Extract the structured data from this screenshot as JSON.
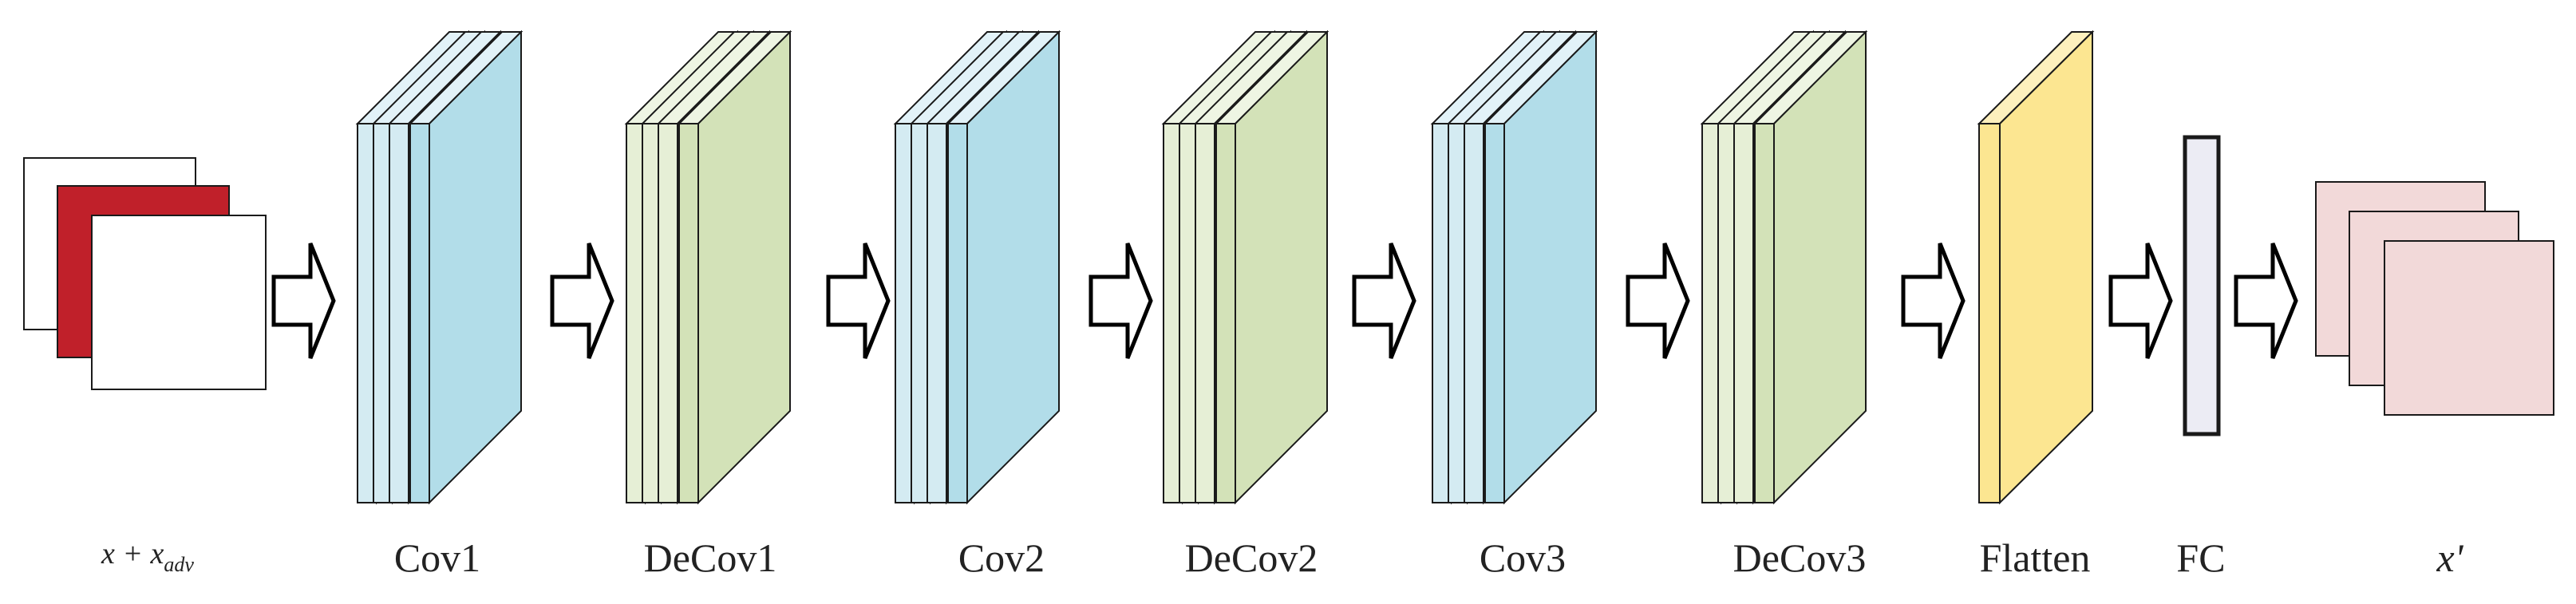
{
  "colors": {
    "stroke": "#1a1a1a",
    "input_red": "#c0202a",
    "conv_front": "#b2dde9",
    "conv_back": "#d4ebf2",
    "conv_top": "#e2f2f8",
    "deconv_front": "#d3e2b8",
    "deconv_back": "#e6efd6",
    "deconv_top": "#eef5e3",
    "flatten_front": "#fce691",
    "flatten_side": "#fdf0bd",
    "fc_fill": "#ececf4",
    "output_fill": "#f2d9d9"
  },
  "labels": {
    "input_main": "x + x",
    "input_sub": "adv",
    "cov1": "Cov1",
    "decov1": "DeCov1",
    "cov2": "Cov2",
    "decov2": "DeCov2",
    "cov3": "Cov3",
    "decov3": "DeCov3",
    "flatten": "Flatten",
    "fc": "FC",
    "output": "x'"
  },
  "icons": {
    "arrows": "block-right-arrow-icon"
  }
}
